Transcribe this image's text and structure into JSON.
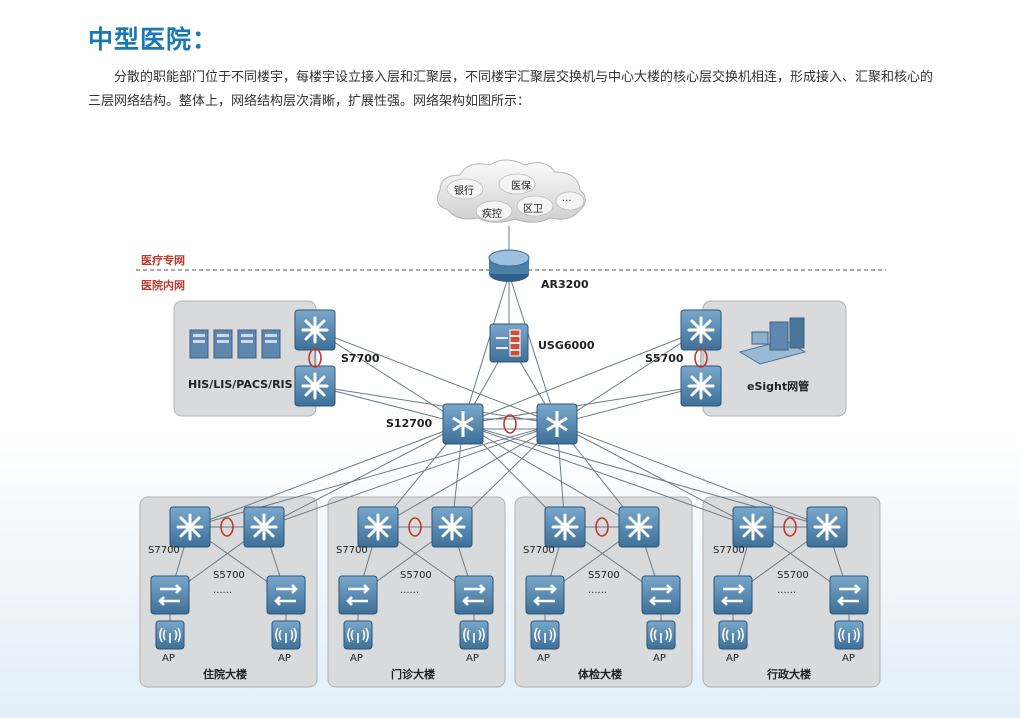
{
  "title": "中型医院：",
  "paragraph": "分散的职能部门位于不同楼宇，每楼宇设立接入层和汇聚层，不同楼宇汇聚层交换机与中心大楼的核心层交换机相连，形成接入、汇聚和核心的三层网络结构。整体上，网络结构层次清晰，扩展性强。网络架构如图所示：",
  "cloud": {
    "items": [
      "银行",
      "医保",
      "疾控",
      "区卫",
      "..."
    ]
  },
  "zones": {
    "external": "医疗专网",
    "internal": "医院内网"
  },
  "devices": {
    "router": "AR3200",
    "firewall": "USG6000",
    "core": "S12700",
    "server_agg": "S7700",
    "mgmt_agg": "S5700",
    "servers": "HIS/LIS/PACS/RIS",
    "mgmt": "eSight网管"
  },
  "buildings": [
    {
      "name": "住院大楼",
      "agg": "S7700",
      "access": "S5700",
      "dots": "......",
      "ap": "AP"
    },
    {
      "name": "门诊大楼",
      "agg": "S7700",
      "access": "S5700",
      "dots": "......",
      "ap": "AP"
    },
    {
      "name": "体检大楼",
      "agg": "S7700",
      "access": "S5700",
      "dots": "......",
      "ap": "AP"
    },
    {
      "name": "行政大楼",
      "agg": "S7700",
      "access": "S5700",
      "dots": "......",
      "ap": "AP"
    }
  ]
}
